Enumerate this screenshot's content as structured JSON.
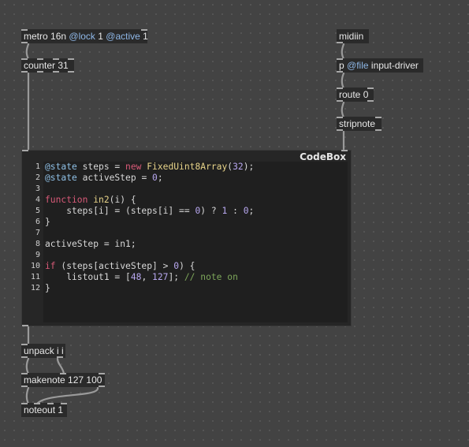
{
  "objects": {
    "metro": {
      "name": "metro",
      "args": [
        {
          "t": "arg",
          "v": " 16n "
        },
        {
          "t": "attr",
          "v": "@lock"
        },
        {
          "t": "arg",
          "v": " 1 "
        },
        {
          "t": "attr",
          "v": "@active"
        },
        {
          "t": "arg",
          "v": " 1"
        }
      ]
    },
    "counter": {
      "name": "counter",
      "args": [
        {
          "t": "arg",
          "v": " 31"
        }
      ]
    },
    "midiin": {
      "name": "midiin",
      "args": []
    },
    "p_input_driver": {
      "name": "p",
      "args": [
        {
          "t": "arg",
          "v": " "
        },
        {
          "t": "attr",
          "v": "@file"
        },
        {
          "t": "arg",
          "v": " input-driver"
        }
      ]
    },
    "route": {
      "name": "route",
      "args": [
        {
          "t": "arg",
          "v": " 0"
        }
      ]
    },
    "stripnote": {
      "name": "stripnote",
      "args": []
    },
    "unpack": {
      "name": "unpack",
      "args": [
        {
          "t": "arg",
          "v": " i i"
        }
      ]
    },
    "makenote": {
      "name": "makenote",
      "args": [
        {
          "t": "arg",
          "v": " 127 100"
        }
      ]
    },
    "noteout": {
      "name": "noteout",
      "args": [
        {
          "t": "arg",
          "v": " 1"
        }
      ]
    }
  },
  "codebox": {
    "title": "CodeBox",
    "lines": [
      [
        {
          "c": "dec",
          "t": "@state"
        },
        {
          "c": "id",
          "t": " steps "
        },
        {
          "c": "op",
          "t": "= "
        },
        {
          "c": "kw",
          "t": "new"
        },
        {
          "c": "id",
          "t": " "
        },
        {
          "c": "cls",
          "t": "FixedUint8Array"
        },
        {
          "c": "op",
          "t": "("
        },
        {
          "c": "num",
          "t": "32"
        },
        {
          "c": "op",
          "t": ");"
        }
      ],
      [
        {
          "c": "dec",
          "t": "@state"
        },
        {
          "c": "id",
          "t": " activeStep "
        },
        {
          "c": "op",
          "t": "= "
        },
        {
          "c": "num",
          "t": "0"
        },
        {
          "c": "op",
          "t": ";"
        }
      ],
      [],
      [
        {
          "c": "kw",
          "t": "function"
        },
        {
          "c": "id",
          "t": " "
        },
        {
          "c": "fn",
          "t": "in2"
        },
        {
          "c": "op",
          "t": "(i) {"
        }
      ],
      [
        {
          "c": "id",
          "t": "    steps[i] "
        },
        {
          "c": "op",
          "t": "= (steps[i] == "
        },
        {
          "c": "num",
          "t": "0"
        },
        {
          "c": "op",
          "t": ") ? "
        },
        {
          "c": "num",
          "t": "1"
        },
        {
          "c": "op",
          "t": " : "
        },
        {
          "c": "num",
          "t": "0"
        },
        {
          "c": "op",
          "t": ";"
        }
      ],
      [
        {
          "c": "op",
          "t": "}"
        }
      ],
      [],
      [
        {
          "c": "id",
          "t": "activeStep "
        },
        {
          "c": "op",
          "t": "= in1;"
        }
      ],
      [],
      [
        {
          "c": "kw",
          "t": "if"
        },
        {
          "c": "op",
          "t": " (steps[activeStep] > "
        },
        {
          "c": "num",
          "t": "0"
        },
        {
          "c": "op",
          "t": ") {"
        }
      ],
      [
        {
          "c": "id",
          "t": "    listout1 "
        },
        {
          "c": "op",
          "t": "= ["
        },
        {
          "c": "num",
          "t": "48"
        },
        {
          "c": "op",
          "t": ", "
        },
        {
          "c": "num",
          "t": "127"
        },
        {
          "c": "op",
          "t": "]; "
        },
        {
          "c": "com",
          "t": "// note on"
        }
      ],
      [
        {
          "c": "op",
          "t": "}"
        }
      ]
    ],
    "line_numbers": [
      "1",
      "2",
      "3",
      "4",
      "5",
      "6",
      "7",
      "8",
      "9",
      "10",
      "11",
      "12"
    ]
  }
}
